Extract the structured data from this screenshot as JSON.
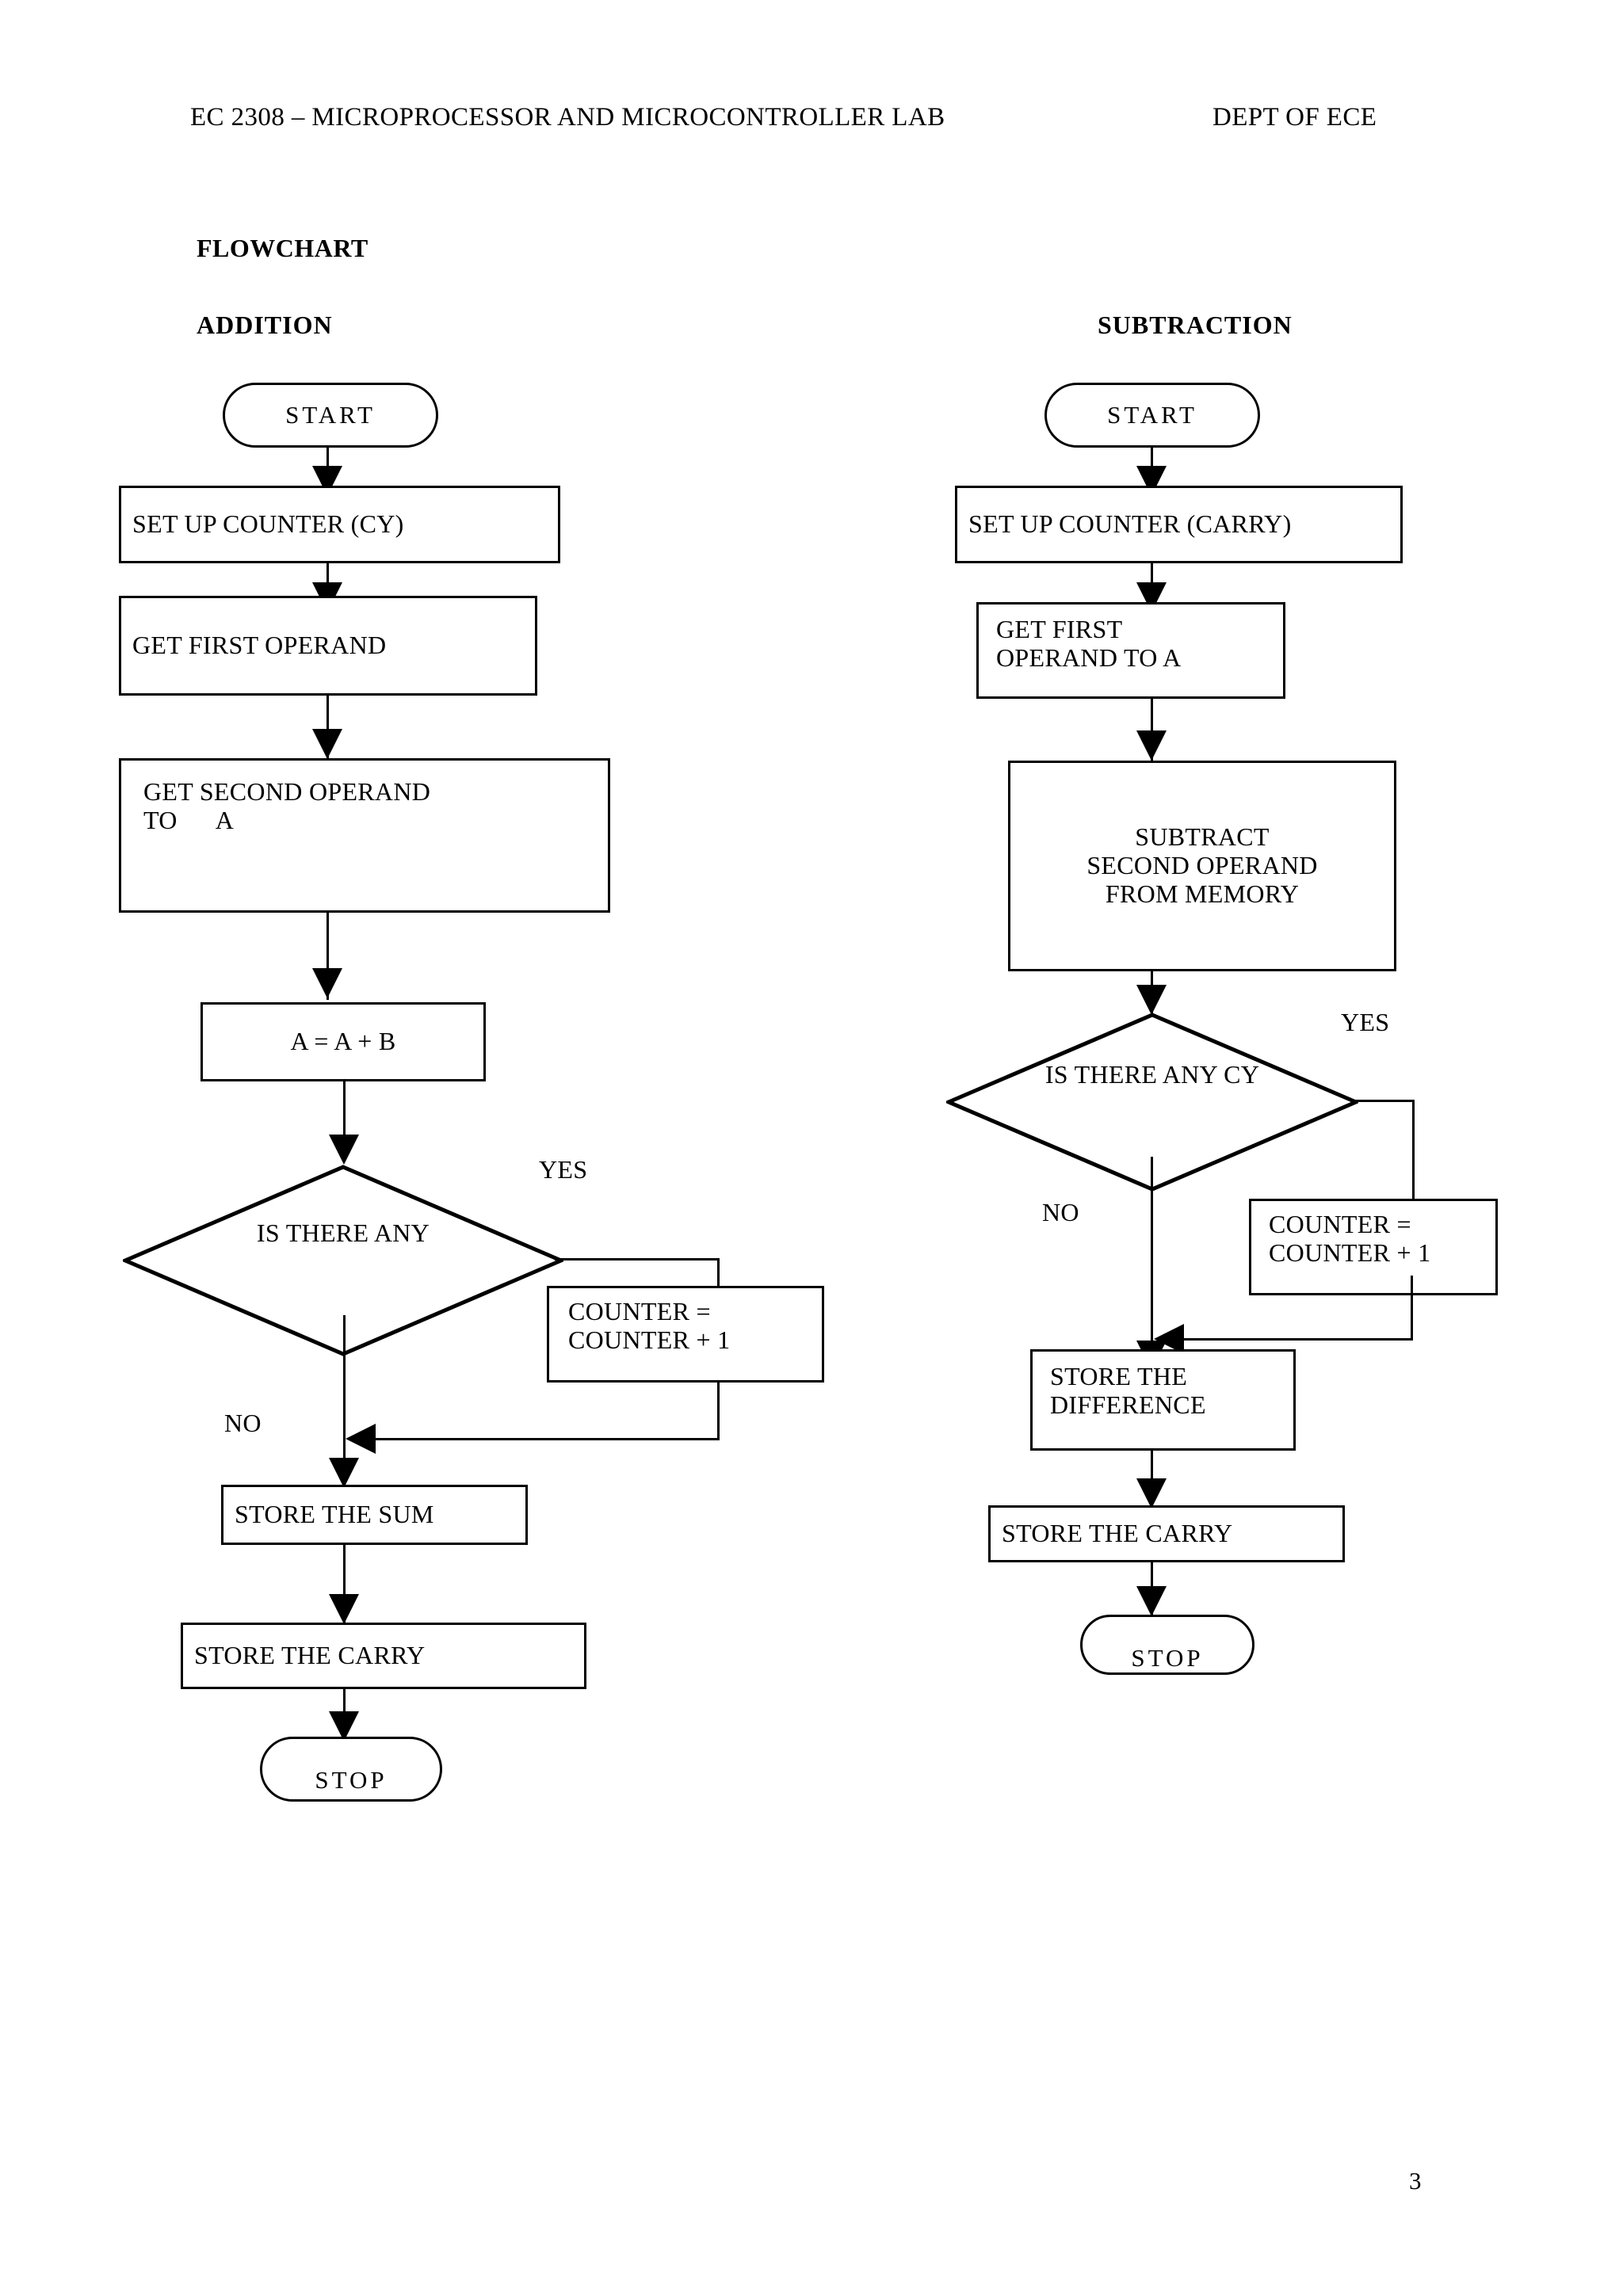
{
  "header": {
    "course": "EC 2308 – MICROPROCESSOR AND MICROCONTROLLER LAB",
    "dept": "DEPT OF ECE"
  },
  "section_title": "FLOWCHART",
  "page_number": "3",
  "columns": [
    {
      "title": "ADDITION",
      "nodes": {
        "start": "START",
        "setup_counter": "SET UP COUNTER (CY)",
        "get_first": "GET FIRST OPERAND",
        "get_second_l1": "GET SECOND OPERAND",
        "get_second_l2": "TO      A",
        "compute": "A = A + B",
        "decision_l1": "IS THERE",
        "decision_l2": "ANY",
        "counter_l1": "COUNTER =",
        "counter_l2": "COUNTER  + 1",
        "store_result": "STORE THE SUM",
        "store_carry": "STORE THE CARRY",
        "stop": "STOP"
      },
      "edges": {
        "yes": "YES",
        "no": "NO"
      }
    },
    {
      "title": "SUBTRACTION",
      "nodes": {
        "start": "START",
        "setup_counter": "SET UP COUNTER (CARRY)",
        "get_first_l1": "GET FIRST",
        "get_first_l2": "OPERAND TO A",
        "operate_l1": "SUBTRACT",
        "operate_l2": "SECOND OPERAND",
        "operate_l3": "FROM MEMORY",
        "decision_l1": "IS THERE",
        "decision_l2": "ANY CY",
        "counter_l1": "COUNTER =",
        "counter_l2": "COUNTER  + 1",
        "store_result_l1": "STORE THE",
        "store_result_l2": "DIFFERENCE",
        "store_carry": "STORE THE CARRY",
        "stop": "STOP"
      },
      "edges": {
        "yes": "YES",
        "no": "NO"
      }
    }
  ]
}
